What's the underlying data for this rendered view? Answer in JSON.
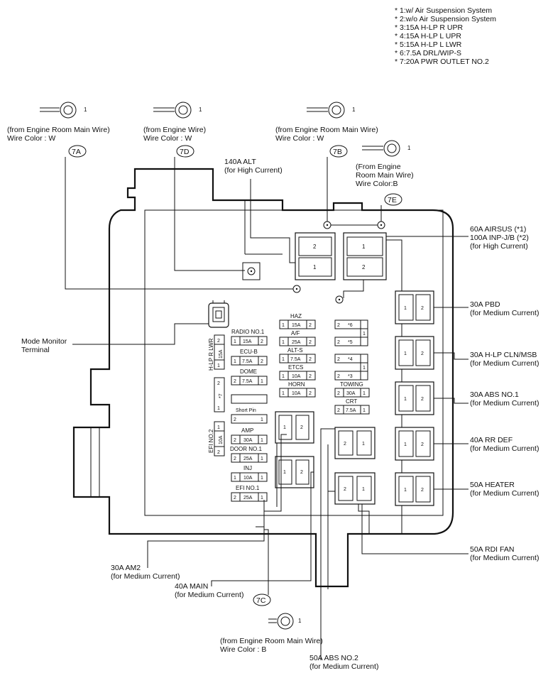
{
  "notes": [
    "* 1:w/ Air Suspension System",
    "* 2:w/o Air Suspension System",
    "* 3:15A H-LP R UPR",
    "* 4:15A H-LP L UPR",
    "* 5:15A H-LP L LWR",
    "* 6:7.5A DRL/WIP-S",
    "* 7:20A PWR OUTLET NO.2"
  ],
  "terminals": {
    "t7a": {
      "line1": "(from Engine Room Main Wire)",
      "line2": "Wire Color : W",
      "pin": "1",
      "conn": "7A"
    },
    "t7d": {
      "line1": "(from Engine Wire)",
      "line2": "Wire Color : W",
      "pin": "1",
      "conn": "7D"
    },
    "t7b": {
      "line1": "(from Engine Room Main Wire)",
      "line2": "Wire Color : W",
      "pin": "1",
      "conn": "7B"
    },
    "t7e": {
      "line1": "(From Engine",
      "line2": "Room Main Wire)",
      "line3": "Wire Color:B",
      "pin": "1",
      "conn": "7E"
    },
    "t7c": {
      "line1": "(from Engine Room Main Wire)",
      "line2": "Wire Color : B",
      "pin": "1",
      "conn": "7C"
    }
  },
  "callouts": {
    "alt": {
      "line1": "140A ALT",
      "line2": "(for High Current)"
    },
    "airsus": {
      "line1": "60A AIRSUS (*1)",
      "line2": "100A INP-J/B (*2)",
      "line3": "(for High Current)"
    },
    "pbd": {
      "line1": "30A PBD",
      "line2": "(for Medium Current)"
    },
    "hlp": {
      "line1": "30A H-LP CLN/MSB",
      "line2": "(for Medium Current)"
    },
    "abs1": {
      "line1": "30A ABS NO.1",
      "line2": "(for Medium Current)"
    },
    "rrdef": {
      "line1": "40A RR DEF",
      "line2": "(for Medium Current)"
    },
    "heater": {
      "line1": "50A HEATER",
      "line2": "(for Medium Current)"
    },
    "rdifan": {
      "line1": "50A RDI FAN",
      "line2": "(for Medium Current)"
    },
    "am2": {
      "line1": "30A AM2",
      "line2": "(for Medium Current)"
    },
    "main": {
      "line1": "40A MAIN",
      "line2": "(for Medium Current)"
    },
    "abs2": {
      "line1": "50A ABS NO.2",
      "line2": "(for Medium Current)"
    },
    "mode": {
      "line1": "Mode Monitor",
      "line2": "Terminal"
    }
  },
  "fuses": {
    "radio": {
      "name": "RADIO NO.1",
      "pin_a": "1",
      "amp": "15A",
      "pin_b": "2"
    },
    "ecub": {
      "name": "ECU-B",
      "pin_a": "1",
      "amp": "7.5A",
      "pin_b": "2"
    },
    "dome": {
      "name": "DOME",
      "pin_a": "2",
      "amp": "7.5A",
      "pin_b": "1"
    },
    "haz": {
      "name": "HAZ",
      "pin_a": "1",
      "amp": "15A",
      "pin_b": "2"
    },
    "af": {
      "name": "A/F",
      "pin_a": "1",
      "amp": "25A",
      "pin_b": "2"
    },
    "alts": {
      "name": "ALT-S",
      "pin_a": "1",
      "amp": "7.5A",
      "pin_b": "2"
    },
    "etcs": {
      "name": "ETCS",
      "pin_a": "1",
      "amp": "10A",
      "pin_b": "2"
    },
    "horn": {
      "name": "HORN",
      "pin_a": "1",
      "amp": "10A",
      "pin_b": "2"
    },
    "amp": {
      "name": "AMP",
      "pin_a": "2",
      "amp": "30A",
      "pin_b": "1"
    },
    "door": {
      "name": "DOOR NO.1",
      "pin_a": "2",
      "amp": "25A",
      "pin_b": "1"
    },
    "inj": {
      "name": "INJ",
      "pin_a": "1",
      "amp": "10A",
      "pin_b": "1"
    },
    "efi1": {
      "name": "EFI NO.1",
      "pin_a": "2",
      "amp": "25A",
      "pin_b": "1"
    },
    "towing": {
      "name": "TOWING",
      "pin_a": "2",
      "amp": "30A",
      "pin_b": "1"
    },
    "crt": {
      "name": "CRT",
      "pin_a": "2",
      "amp": "7.5A",
      "pin_b": "1"
    }
  },
  "relay_fuses": {
    "r6": {
      "pin": "2",
      "label": "*6"
    },
    "r5": {
      "pin": "2",
      "label": "*5"
    },
    "r4": {
      "pin": "2",
      "label": "*4"
    },
    "r3": {
      "pin": "2",
      "label": "*3"
    },
    "relay_pin": "1"
  },
  "vertical_fuses": {
    "hlp_r_lwr": {
      "name": "H-LP R LWR",
      "amp": "15A",
      "top": "2",
      "bottom": "1"
    },
    "star7": {
      "label": "*7",
      "top": "2",
      "bottom": "1"
    },
    "efi2": {
      "name": "EFI NO.2",
      "amp": "10A",
      "top": "1",
      "bottom": "2"
    }
  },
  "short_pin": {
    "name": "Short Pin",
    "pin_a": "2",
    "pin_b": "1"
  },
  "high_current_blocks": {
    "left": {
      "top": "2",
      "bottom": "1"
    },
    "right": {
      "top": "1",
      "bottom": "2"
    }
  },
  "medium_current_blocks": {
    "pin_a": "1",
    "pin_b": "2"
  },
  "left_relays": {
    "pin_a": "1",
    "pin_b": "2"
  }
}
